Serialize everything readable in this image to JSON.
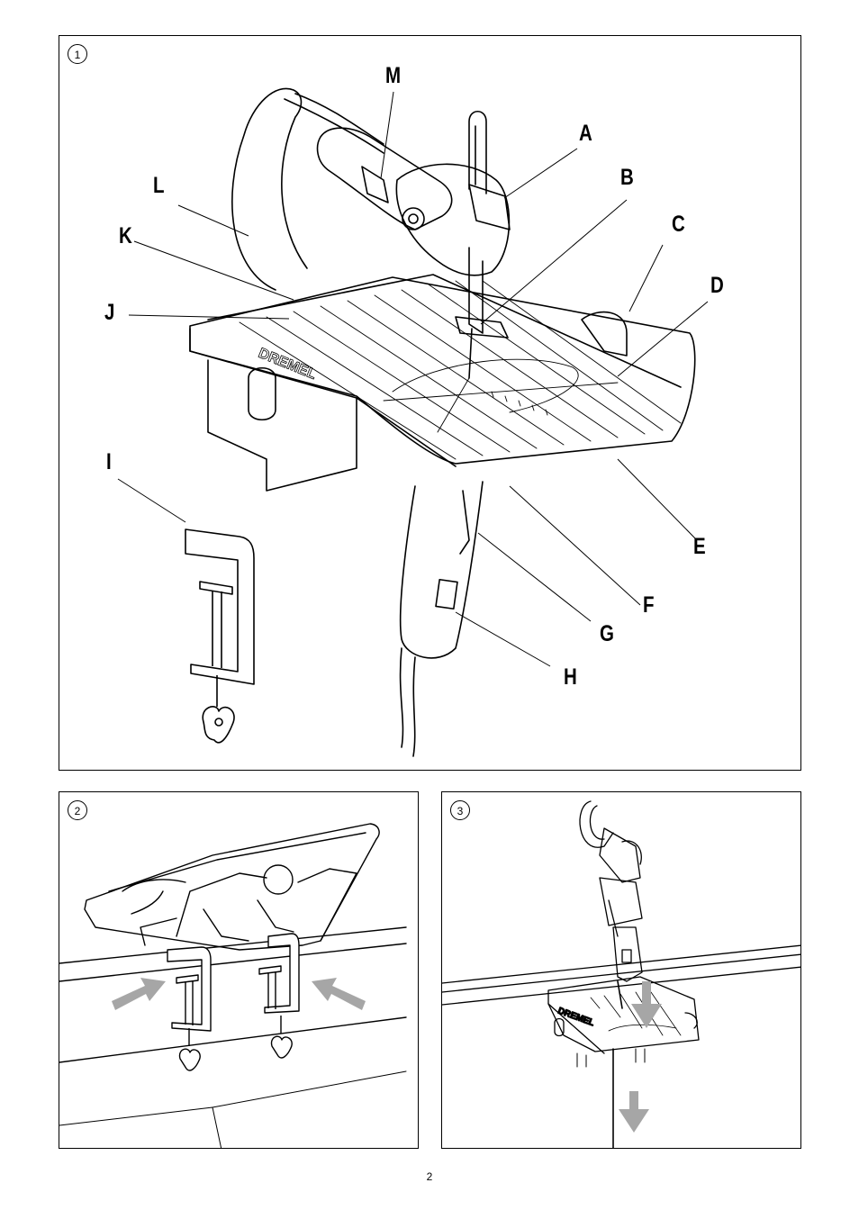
{
  "figures": [
    {
      "number": "1",
      "callouts": [
        {
          "label": "M"
        },
        {
          "label": "A"
        },
        {
          "label": "B"
        },
        {
          "label": "L"
        },
        {
          "label": "C"
        },
        {
          "label": "K"
        },
        {
          "label": "D"
        },
        {
          "label": "J"
        },
        {
          "label": "I"
        },
        {
          "label": "E"
        },
        {
          "label": "F"
        },
        {
          "label": "G"
        },
        {
          "label": "H"
        }
      ],
      "brand_mark": "DREMEL"
    },
    {
      "number": "2"
    },
    {
      "number": "3",
      "brand_mark": "DREMEL"
    }
  ],
  "page_number": "2",
  "colors": {
    "line": "#000000",
    "arrow": "#a6a6a6",
    "fill": "#ffffff"
  }
}
